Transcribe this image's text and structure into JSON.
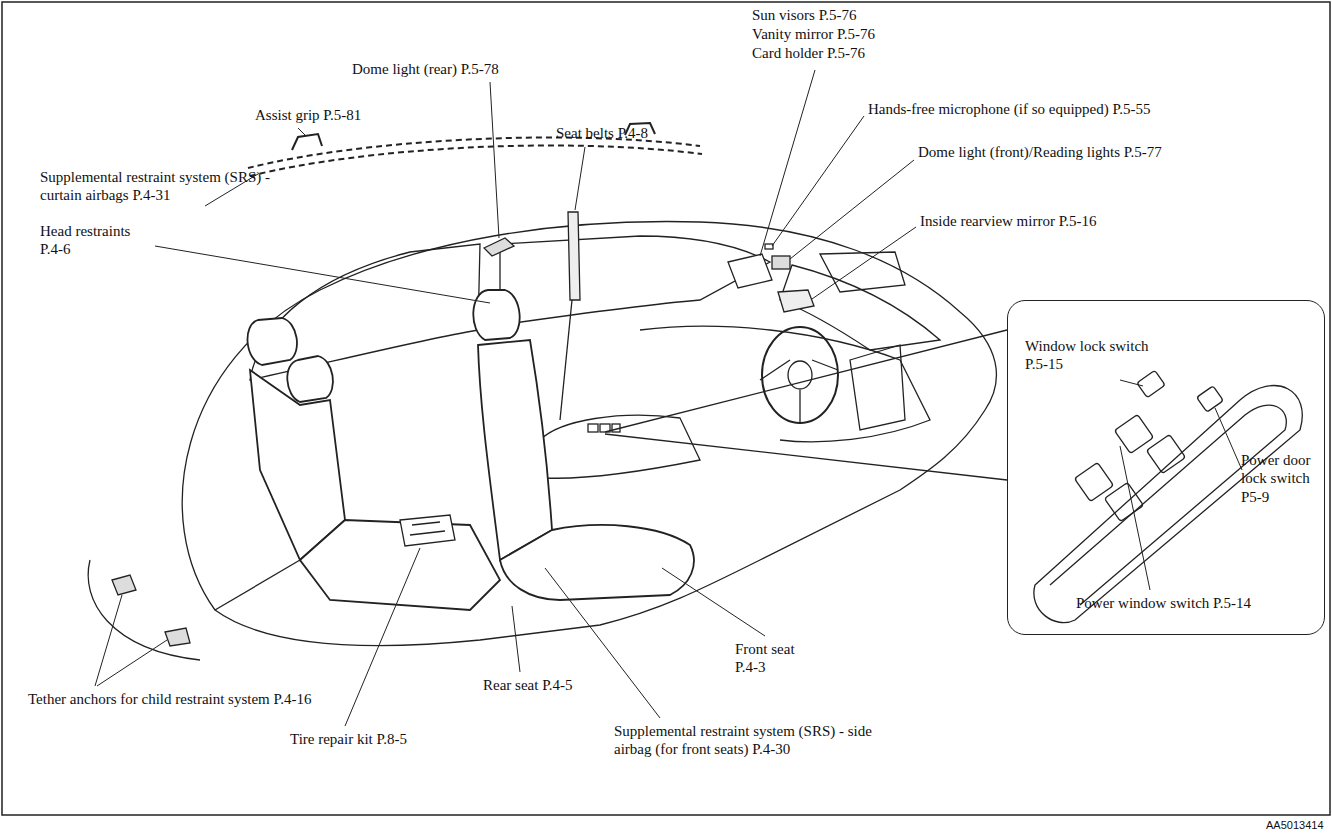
{
  "diagram": {
    "nodes": [
      {
        "text": [
          "Window lock switch P.5-15",
          "Power door lock switch P5-9",
          "Power window switch P.5-14"
        ]
      }
    ],
    "labels": [
      "Sun visors P.5-76",
      "Vanity mirror P.5-76",
      "Card holder P.5-76",
      "Dome light (rear) P.5-78",
      "Hands-free microphone (if so equipped) P.5-55",
      "Assist grip P.5-81",
      "Seat belts P.4-8",
      "Dome light (front)/Reading lights P.5-77",
      "Supplemental restraint system (SRS) - curtain airbags P.4-31",
      "Head restraints P.4-6",
      "Inside rearview mirror P.5-16",
      "Tether anchors for child restraint system P.4-16",
      "Rear seat P.4-5",
      "Front seat P.4-3",
      "Tire repair kit P.8-5",
      "Supplemental restraint system (SRS) - side airbag (for front seats) P.4-30",
      "AA5013414"
    ]
  }
}
